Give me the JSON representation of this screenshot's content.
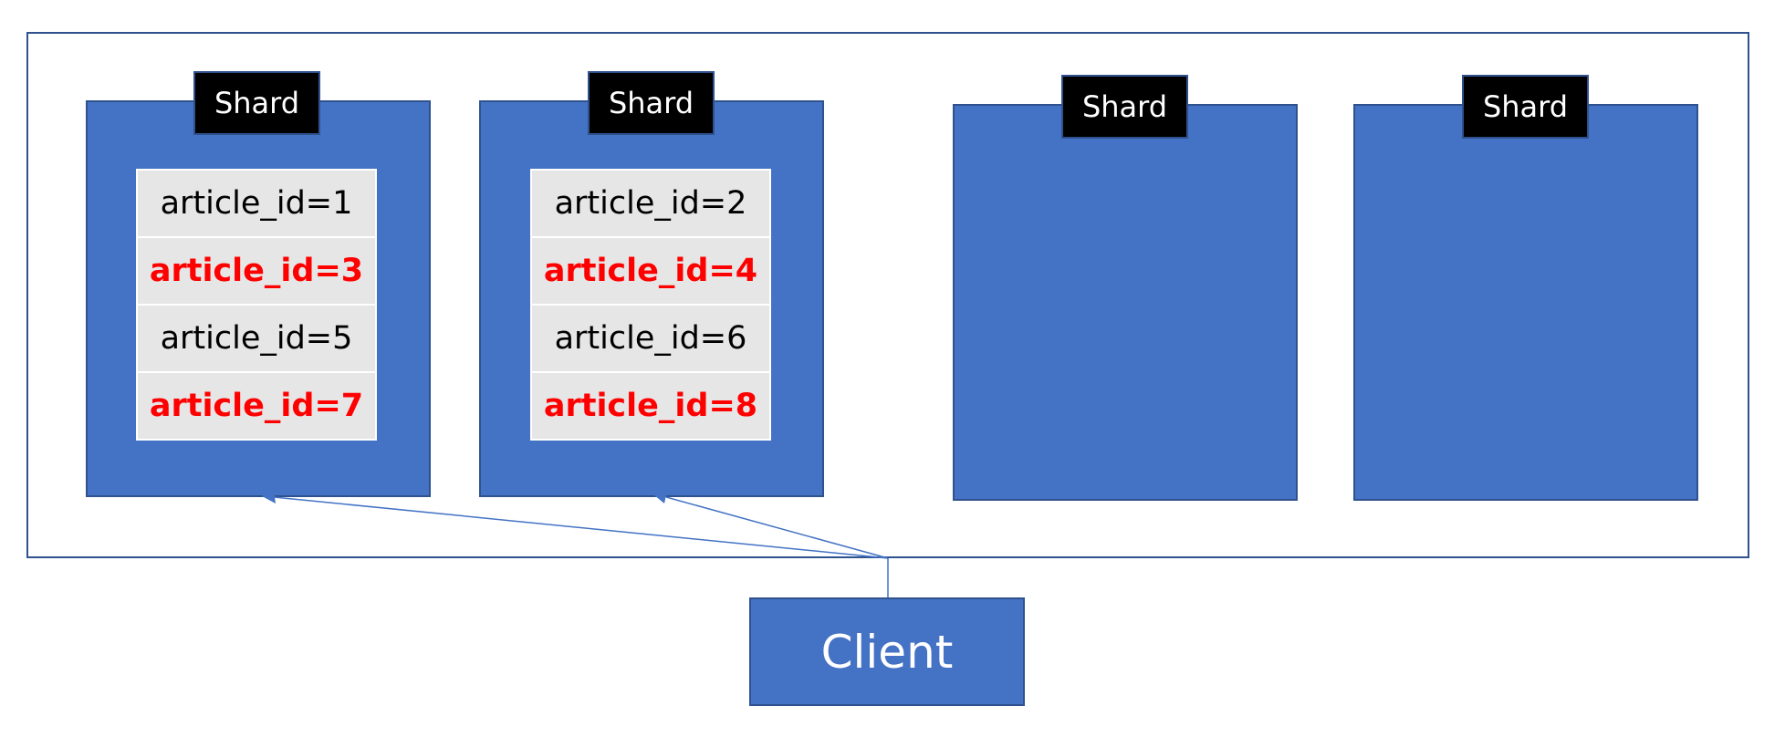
{
  "colors": {
    "shard_fill": "#4472c4",
    "border": "#2f528f",
    "label_fill": "#000000",
    "row_fill": "#e7e6e6",
    "highlight_text": "#ff0000"
  },
  "shards": [
    {
      "label": "Shard",
      "documents": [
        {
          "text": "article_id=1",
          "highlight": false
        },
        {
          "text": "article_id=3",
          "highlight": true
        },
        {
          "text": "article_id=5",
          "highlight": false
        },
        {
          "text": "article_id=7",
          "highlight": true
        }
      ]
    },
    {
      "label": "Shard",
      "documents": [
        {
          "text": "article_id=2",
          "highlight": false
        },
        {
          "text": "article_id=4",
          "highlight": true
        },
        {
          "text": "article_id=6",
          "highlight": false
        },
        {
          "text": "article_id=8",
          "highlight": true
        }
      ]
    },
    {
      "label": "Shard",
      "documents": []
    },
    {
      "label": "Shard",
      "documents": []
    }
  ],
  "client": {
    "label": "Client"
  }
}
